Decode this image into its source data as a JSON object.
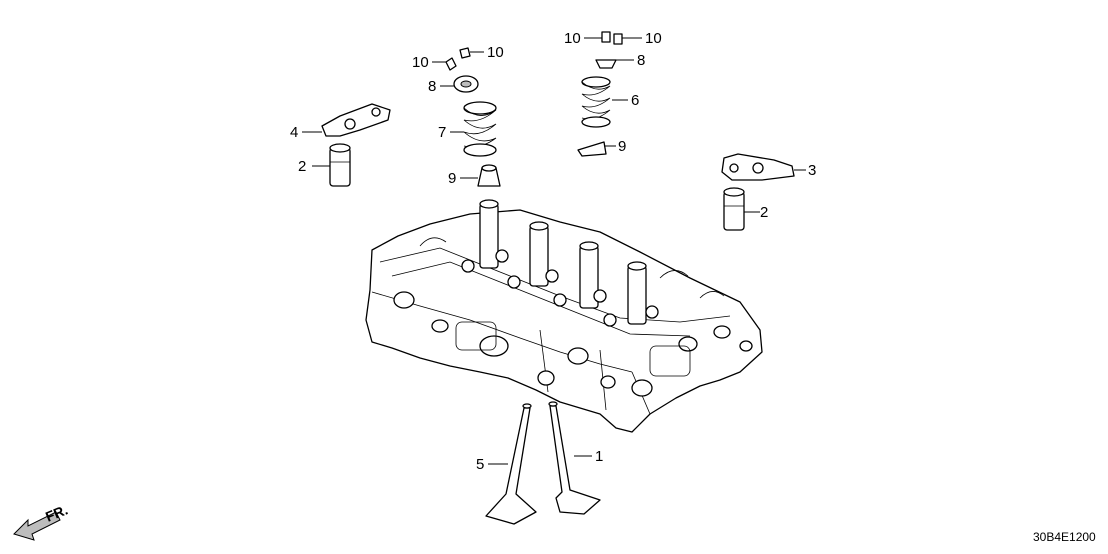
{
  "diagram": {
    "code": "30B4E1200",
    "front_label": "FR.",
    "callouts": {
      "valve_in": "1",
      "lash_adjuster_left": "2",
      "lash_adjuster_right": "2",
      "rocker_arm_b": "3",
      "rocker_arm_a": "4",
      "valve_ex": "5",
      "spring_right": "6",
      "spring_left": "7",
      "retainer_left": "8",
      "retainer_right": "8",
      "seal_left": "9",
      "seal_right": "9",
      "cotter_left_a": "10",
      "cotter_left_b": "10",
      "cotter_right_a": "10",
      "cotter_right_b": "10"
    }
  }
}
